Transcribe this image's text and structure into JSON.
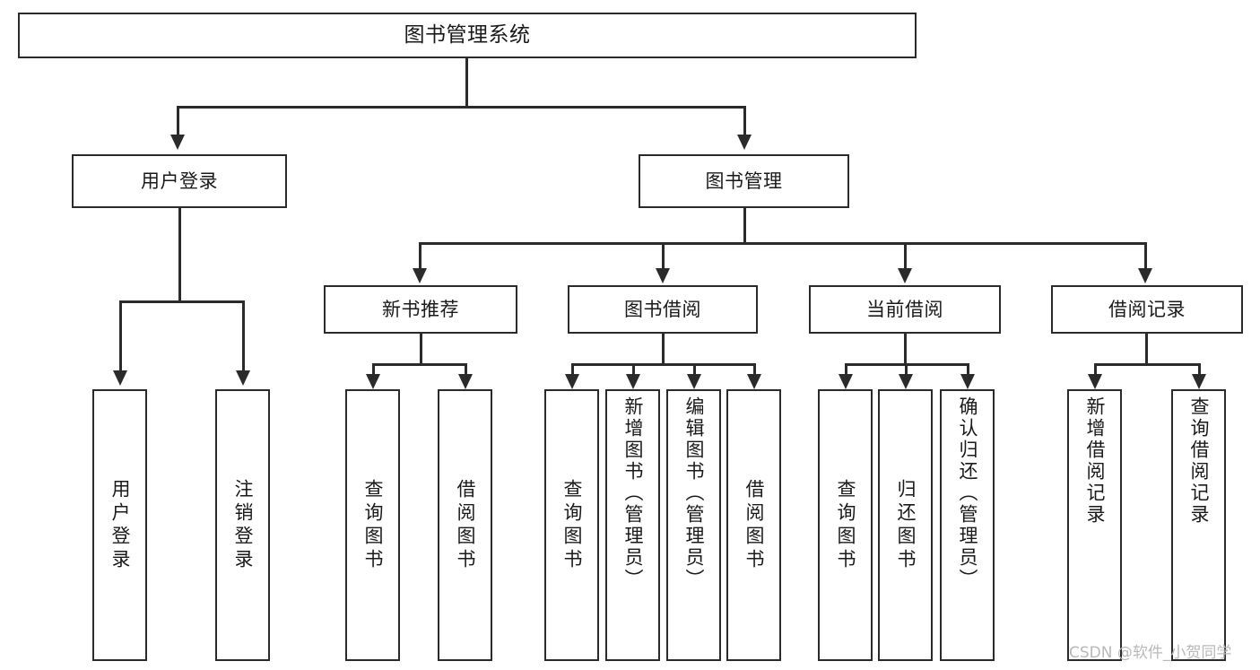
{
  "diagram": {
    "title": "图书管理系统",
    "type": "tree-hierarchy-chart",
    "root": {
      "label": "图书管理系统"
    },
    "level2": [
      {
        "id": "user-login",
        "label": "用户登录"
      },
      {
        "id": "book-management",
        "label": "图书管理"
      }
    ],
    "level3": [
      {
        "id": "new-book-recommend",
        "label": "新书推荐",
        "parent": "book-management"
      },
      {
        "id": "book-borrow",
        "label": "图书借阅",
        "parent": "book-management"
      },
      {
        "id": "current-borrow",
        "label": "当前借阅",
        "parent": "book-management"
      },
      {
        "id": "borrow-record",
        "label": "借阅记录",
        "parent": "book-management"
      }
    ],
    "leaves": {
      "user_login": [
        {
          "id": "leaf-user-login",
          "label": "用户登录"
        },
        {
          "id": "leaf-logout-login",
          "label": "注销登录"
        }
      ],
      "new_book_recommend": [
        {
          "id": "leaf-query-book-1",
          "label": "查询图书"
        },
        {
          "id": "leaf-borrow-book-1",
          "label": "借阅图书"
        }
      ],
      "book_borrow": [
        {
          "id": "leaf-query-book-2",
          "label": "查询图书"
        },
        {
          "id": "leaf-add-book",
          "label": "新增图书（管理员）"
        },
        {
          "id": "leaf-edit-book",
          "label": "编辑图书（管理员）"
        },
        {
          "id": "leaf-borrow-book-2",
          "label": "借阅图书"
        }
      ],
      "current_borrow": [
        {
          "id": "leaf-query-book-3",
          "label": "查询图书"
        },
        {
          "id": "leaf-return-book",
          "label": "归还图书"
        },
        {
          "id": "leaf-confirm-return",
          "label": "确认归还（管理员）"
        }
      ],
      "borrow_record": [
        {
          "id": "leaf-add-record",
          "label": "新增借阅记录"
        },
        {
          "id": "leaf-query-record",
          "label": "查询借阅记录"
        }
      ]
    }
  },
  "watermark": {
    "text": "CSDN @软件_小贺同学"
  },
  "colors": {
    "stroke": "#2b2b2b",
    "text": "#1a1a1a",
    "background": "#ffffff",
    "watermark": "#b9b9b9"
  }
}
